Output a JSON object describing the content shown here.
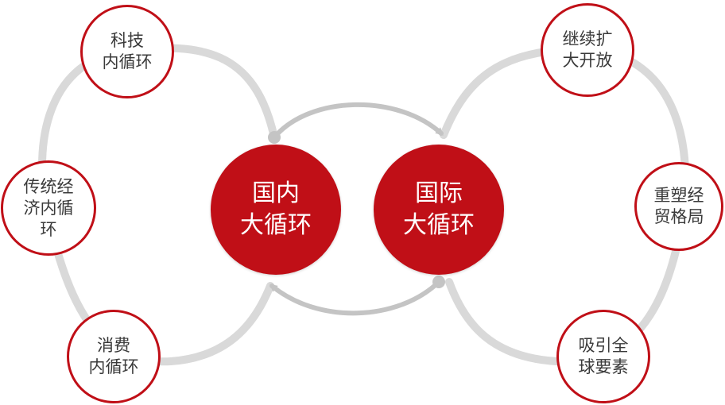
{
  "diagram": {
    "center_left": {
      "label": "国内\n大循环"
    },
    "center_right": {
      "label": "国际\n大循环"
    },
    "left_top": {
      "label": "科技\n内循环"
    },
    "left_middle": {
      "label": "传统经\n济内循\n环"
    },
    "left_bottom": {
      "label": "消费\n内循环"
    },
    "right_top": {
      "label": "继续扩\n大开放"
    },
    "right_middle": {
      "label": "重塑经\n贸格局"
    },
    "right_bottom": {
      "label": "吸引全\n球要素"
    }
  },
  "colors": {
    "accent": "#c00f17",
    "loop": "#d9d9d9",
    "arrow": "#c4c4c4",
    "text_dark": "#3a3a3a",
    "text_light": "#ffffff"
  }
}
